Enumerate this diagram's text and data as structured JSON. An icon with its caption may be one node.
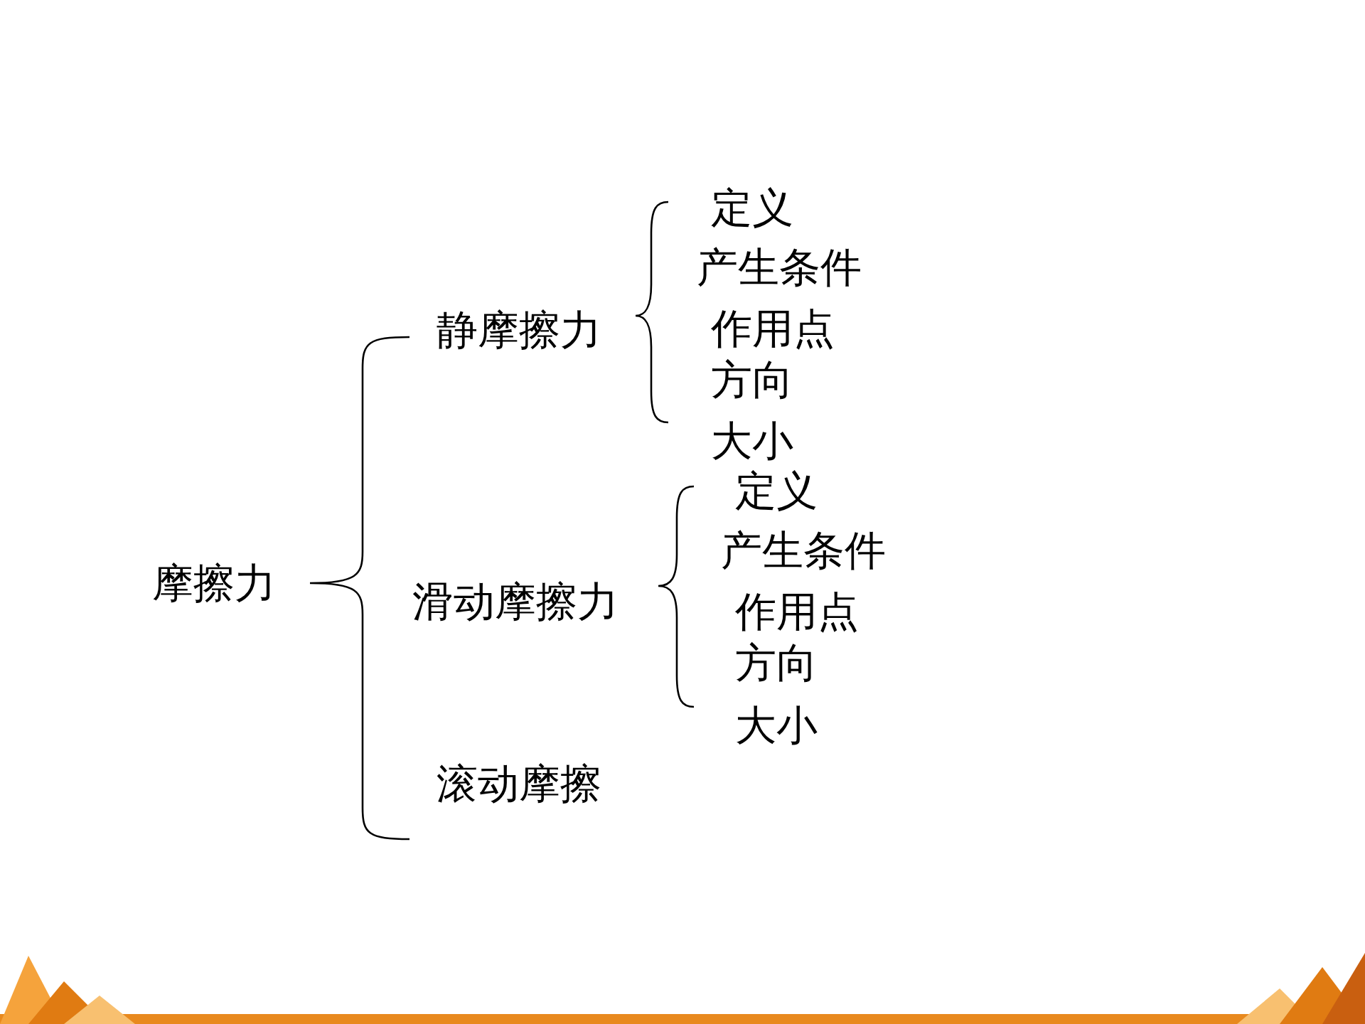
{
  "diagram": {
    "labels": [
      "摩擦力",
      "静摩擦力",
      "定义",
      "产生条件",
      "作用点",
      "方向",
      "大小",
      "滑动摩擦力",
      "定义",
      "产生条件",
      "作用点",
      "方向",
      "大小",
      "滚动摩擦"
    ]
  }
}
